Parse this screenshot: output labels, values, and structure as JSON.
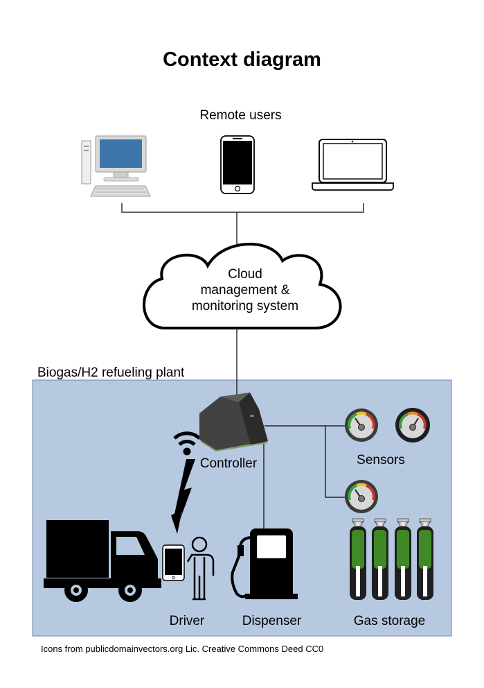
{
  "title": "Context diagram",
  "remote_users": {
    "label": "Remote users",
    "devices": [
      "desktop-computer-icon",
      "smartphone-icon",
      "laptop-icon"
    ]
  },
  "cloud": {
    "lines": [
      "Cloud",
      "management &",
      "monitoring system"
    ]
  },
  "plant": {
    "label": "Biogas/H2 refueling plant",
    "background_color": "#b7c9e1",
    "controller_label": "Controller",
    "sensors_label": "Sensors",
    "driver_label": "Driver",
    "dispenser_label": "Dispenser",
    "gas_storage_label": "Gas storage"
  },
  "credit": "Icons from publicdomainvectors.org Lic. Creative Commons Deed CC0"
}
